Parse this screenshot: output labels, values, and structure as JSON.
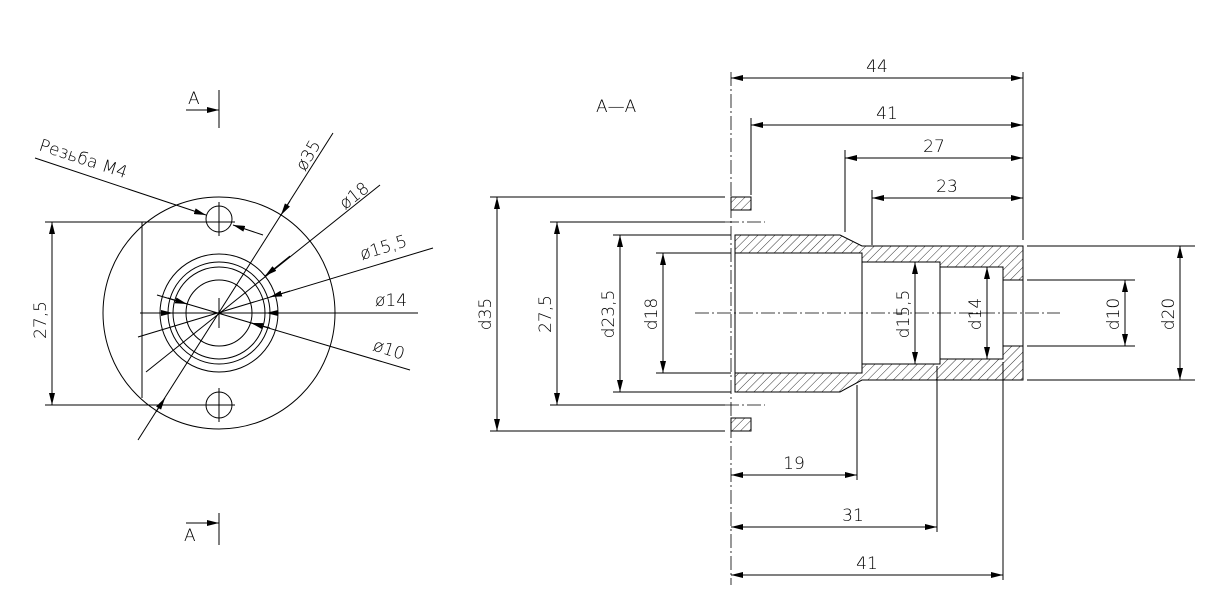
{
  "front_view": {
    "section_mark_top": "A",
    "section_mark_bottom": "A",
    "thread_label": "Резьба М4",
    "dims": {
      "d35": "ø35",
      "d18": "ø18",
      "d15_5": "ø15,5",
      "d14": "ø14",
      "d10": "ø10",
      "hole_spacing": "27,5"
    }
  },
  "section_view": {
    "title": "А—А",
    "top_dims": {
      "total": "44",
      "flange_to_end": "41",
      "taper_to_end": "27",
      "small_to_end": "23"
    },
    "bottom_dims": {
      "bore18": "19",
      "bore15_5": "31",
      "bore14": "41"
    },
    "left_dims": {
      "flange": "d35",
      "holes": "27,5",
      "tube_outer": "d23,5",
      "bore": "d18"
    },
    "right_dims": {
      "bore15_5": "d15,5",
      "bore14": "d14",
      "hole10": "d10",
      "outer20": "d20"
    }
  }
}
